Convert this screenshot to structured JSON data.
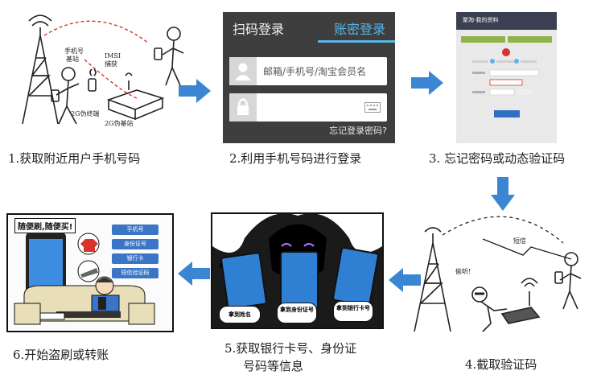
{
  "colors": {
    "arrow": "#3b86d2",
    "accent": "#59b4e8",
    "bubble": "#3a76c5"
  },
  "steps": [
    {
      "label": "1.获取附近用户手机号码"
    },
    {
      "label": "2.利用手机号码进行登录"
    },
    {
      "label": "3. 忘记密码或动态验证码"
    },
    {
      "label": "4.截取验证码"
    },
    {
      "label": "5.获取银行卡号、身份证",
      "label2": "号码等信息"
    },
    {
      "label": "6.开始盗刷或转账"
    }
  ],
  "panel1": {
    "notes": [
      "手机号",
      "基站",
      "IMSI",
      "捕获",
      "2G伪终端",
      "2G伪基站"
    ]
  },
  "login": {
    "tab_scan": "扫码登录",
    "tab_password": "账密登录",
    "username_placeholder": "邮箱/手机号/淘宝会员名",
    "forgot": "忘记登录密码?"
  },
  "phone_screen": {
    "title": "聚淘-我的资料"
  },
  "panel4": {
    "sms_note": "短信",
    "shout": "偷听!"
  },
  "panel5": {
    "bubbles": [
      "拿到姓名",
      "拿到身份证号",
      "拿到银行卡号"
    ]
  },
  "panel6": {
    "banner": "随便刷,随便买!",
    "buttons": [
      "手机号",
      "身份证号",
      "银行卡",
      "短信验证码"
    ]
  },
  "icons": [
    "arrow-right-icon",
    "arrow-down-icon",
    "arrow-left-icon",
    "user-icon",
    "lock-icon",
    "keyboard-icon"
  ]
}
